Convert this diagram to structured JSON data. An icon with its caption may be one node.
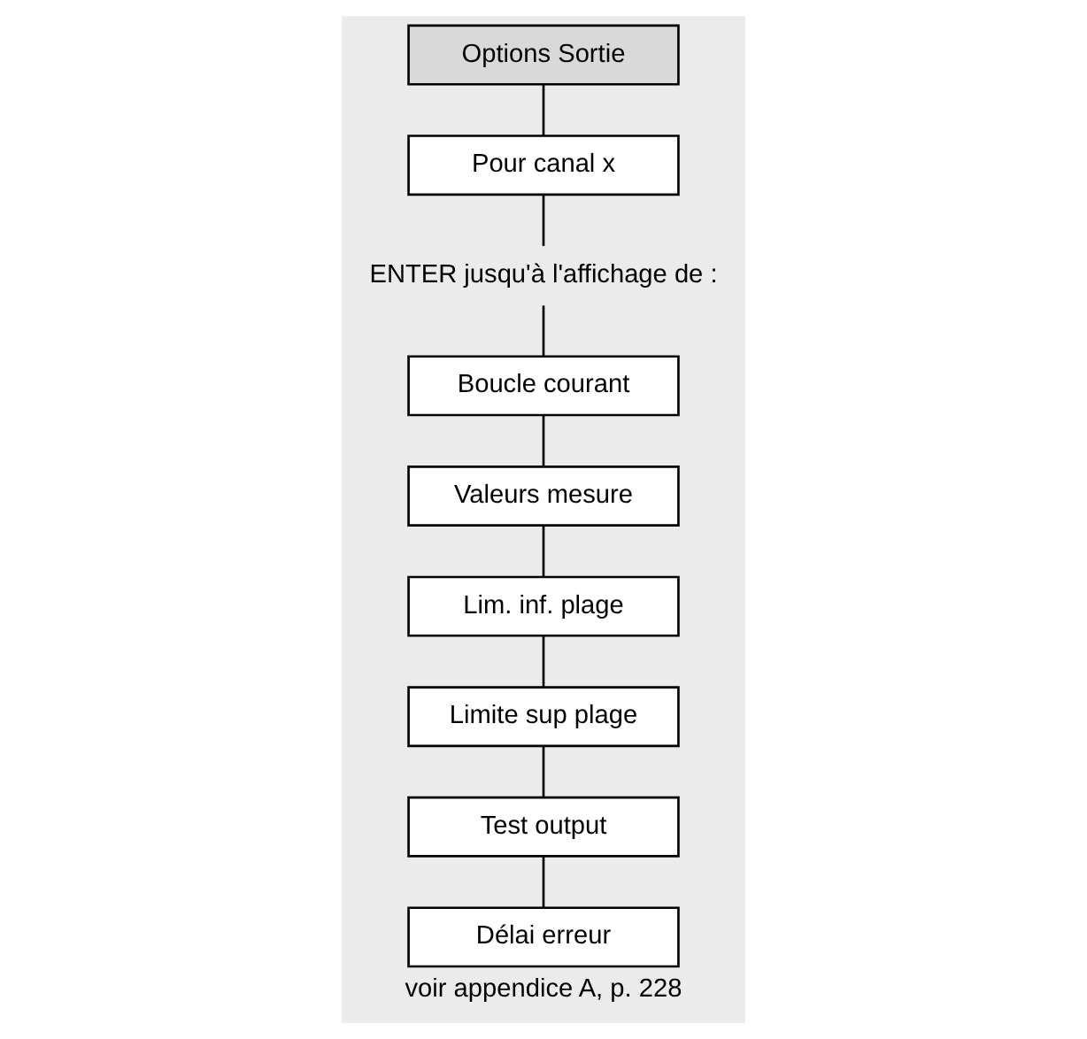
{
  "diagram": {
    "caption": "voir appendice A, p. 228",
    "nodes": [
      {
        "text": [
          "Options Sortie"
        ]
      },
      {
        "text": [
          "Pour canal x"
        ]
      },
      {
        "text": [
          "ENTER jusqu'à l'affichage de :"
        ]
      },
      {
        "text": [
          "Boucle courant"
        ]
      },
      {
        "text": [
          "Valeurs mesure"
        ]
      },
      {
        "text": [
          "Lim. inf. plage"
        ]
      },
      {
        "text": [
          "Limite sup plage"
        ]
      },
      {
        "text": [
          "Test output"
        ]
      },
      {
        "text": [
          "Délai erreur"
        ]
      }
    ],
    "edges": [
      {
        "from": 0,
        "to": 1,
        "arrow": "none"
      },
      {
        "from": 1,
        "to": 2,
        "arrow": "none"
      },
      {
        "from": 2,
        "to": 3,
        "arrow": "none"
      },
      {
        "from": 3,
        "to": 4,
        "arrow": "none"
      },
      {
        "from": 4,
        "to": 5,
        "arrow": "none"
      },
      {
        "from": 5,
        "to": 6,
        "arrow": "none"
      },
      {
        "from": 6,
        "to": 7,
        "arrow": "none"
      },
      {
        "from": 7,
        "to": 8,
        "arrow": "none"
      }
    ]
  }
}
